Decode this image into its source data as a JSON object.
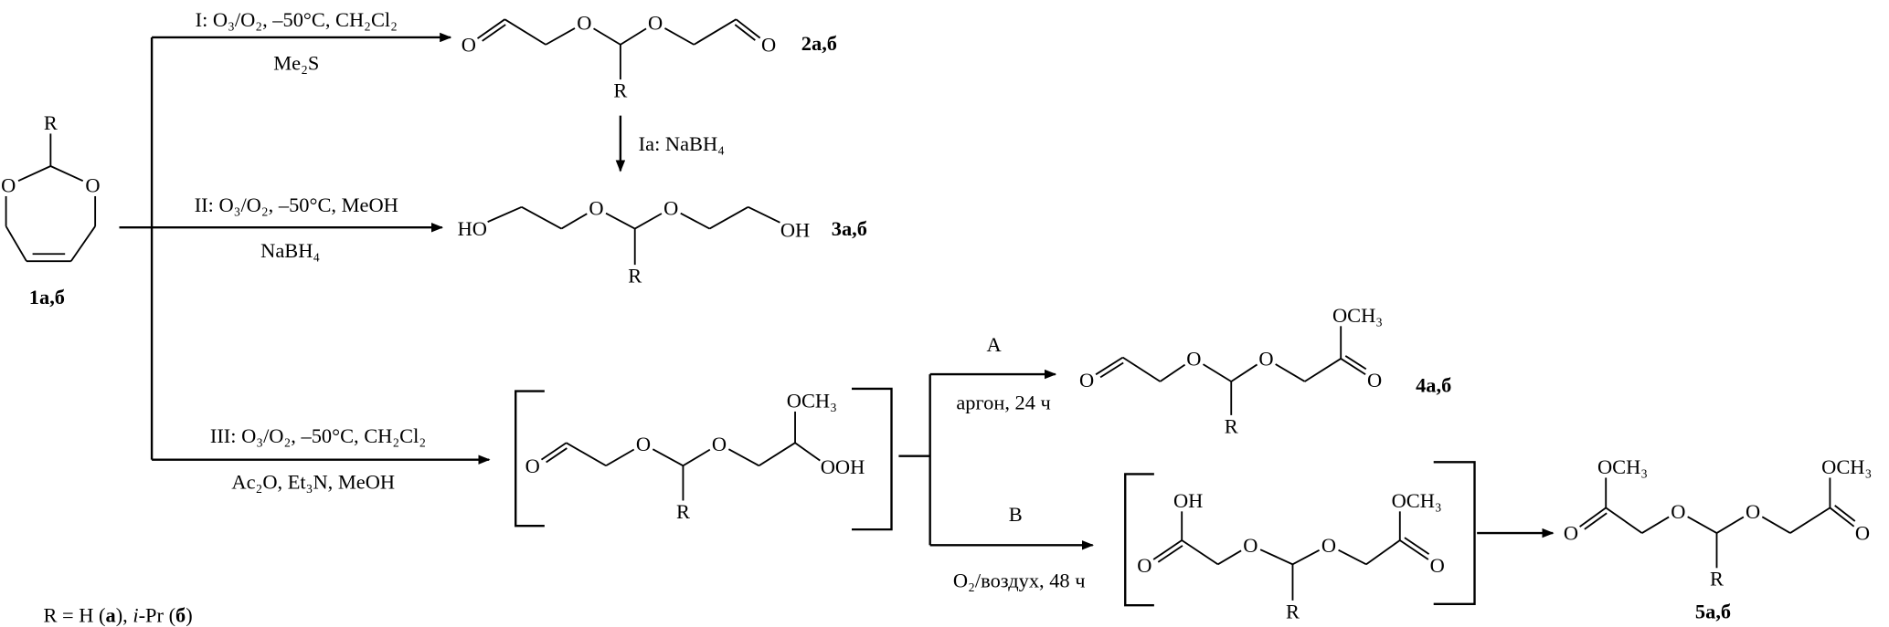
{
  "compound_1": {
    "label": "1а,б",
    "r": "R",
    "o_left": "O",
    "o_right": "O"
  },
  "step_I": {
    "above": "I: O₃/O₂, –50°C, CH₂Cl₂",
    "below": "Me₂S"
  },
  "step_Ia": {
    "label": "Ia: NaBH₄"
  },
  "step_II": {
    "above": "II: O₃/O₂, –50°C, MeOH",
    "below": "NaBH₄"
  },
  "step_III": {
    "above": "III: O₃/O₂, –50°C, CH₂Cl₂",
    "below": "Ac₂O, Et₃N, MeOH"
  },
  "route_A": {
    "above": "A",
    "below": "аргон, 24 ч"
  },
  "route_B": {
    "above": "B",
    "below": "O₂/воздух, 48 ч"
  },
  "compound_2": {
    "label": "2а,б",
    "o1": "O",
    "o2": "O",
    "o3": "O",
    "o4": "O",
    "r": "R"
  },
  "compound_3": {
    "label": "3а,б",
    "ho": "HO",
    "o2": "O",
    "o3": "O",
    "oh": "OH",
    "r": "R"
  },
  "intermediate_peroxide": {
    "o1": "O",
    "o2": "O",
    "o3": "O",
    "och3": "OCH₃",
    "ooh": "OOH",
    "r": "R"
  },
  "compound_4": {
    "label": "4а,б",
    "o1": "O",
    "o2": "O",
    "o3": "O",
    "och3": "OCH₃",
    "o4": "O",
    "r": "R"
  },
  "intermediate_acid": {
    "oh": "OH",
    "o1": "O",
    "o2": "O",
    "o3": "O",
    "och3": "OCH₃",
    "o4": "O",
    "r": "R"
  },
  "compound_5": {
    "label": "5а,б",
    "och3_left": "OCH₃",
    "o1": "O",
    "o2": "O",
    "o3": "O",
    "och3_right": "OCH₃",
    "o4": "O",
    "r": "R"
  },
  "legend": {
    "p1": "R = H (",
    "p2": "а",
    "p3": "),  ",
    "p4": "i",
    "p5": "-Pr (",
    "p6": "б",
    "p7": ")"
  }
}
